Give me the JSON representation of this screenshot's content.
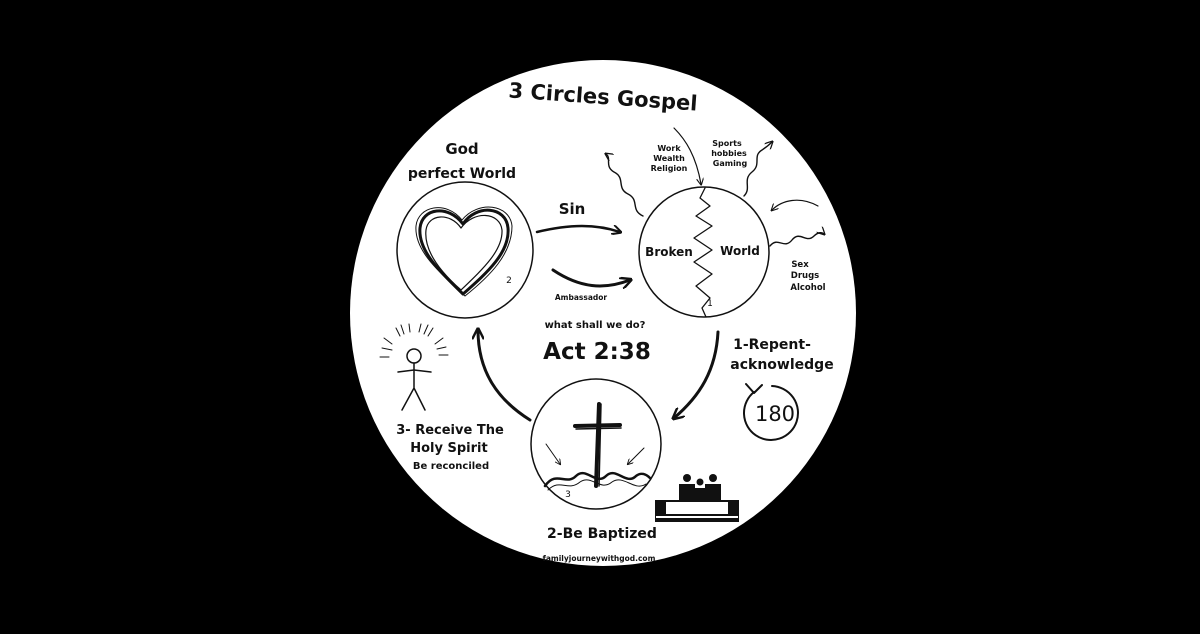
{
  "title": "3 Circles Gospel",
  "god_circle": {
    "label_line1": "God",
    "label_line2": "perfect World",
    "number": "2"
  },
  "sin_label": "Sin",
  "ambassador_label": "Ambassador",
  "broken_circle": {
    "left_label": "Broken",
    "right_label": "World",
    "number": "1"
  },
  "distractions": {
    "group1": [
      "Work",
      "Wealth",
      "Religion"
    ],
    "group2": [
      "Sports",
      "hobbies",
      "Gaming"
    ],
    "group3": [
      "Sex",
      "Drugs",
      "Alcohol"
    ]
  },
  "center": {
    "question": "what shall we do?",
    "verse": "Act 2:38"
  },
  "step1": {
    "line1": "1-Repent-",
    "line2": "acknowledge",
    "badge": "180"
  },
  "step2": {
    "label": "2-Be Baptized",
    "number": "3"
  },
  "step3": {
    "line1": "3- Receive The",
    "line2": "Holy Spirit",
    "line3": "Be reconciled"
  },
  "footer_url": "familyjourneywithgod.com",
  "colors": {
    "background": "#000000",
    "disc": "#ffffff",
    "ink": "#111111"
  }
}
